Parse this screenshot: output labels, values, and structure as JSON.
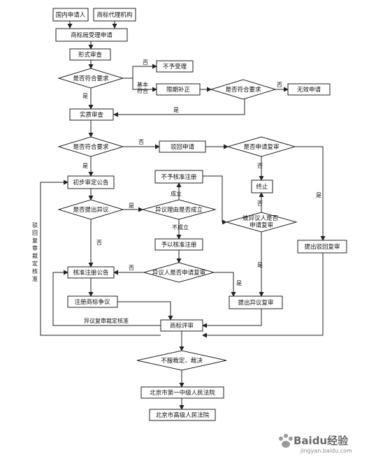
{
  "nodes": {
    "domestic_applicant": "国内申请人",
    "trademark_agency": "商标代理机构",
    "office_accepts": "商标局受理申请",
    "formal_exam": "形式审查",
    "meets_req_1": "是否符合要求",
    "not_accepted": "不予受理",
    "correction": "限期补正",
    "meets_req_2": "是否符合要求",
    "invalid_application": "无效申请",
    "substantive_exam": "实质审查",
    "meets_req_3": "是否符合要求",
    "rejection": "驳回申请",
    "apply_review_q": "是否申请复审",
    "prelim_approval": "初步审定公告",
    "opposition_filed_q": "是否提出异议",
    "opposition_valid_q": "异议理由是否成立",
    "refuse_registration": "不予核准注册",
    "terminate": "终止",
    "opposed_review_q": "被异议人是否申请复审",
    "approve_registration": "予以核准注册",
    "file_rejection_review": "提出驳回复审",
    "approve_announce": "核准注册公告",
    "opponent_review_q": "异议人是否申请复审",
    "file_opposition_review": "提出异议复审",
    "registration_dispute": "注册商标争议",
    "review_board": "商标评审",
    "dissatisfied": "不服裁定、裁决",
    "first_court": "北京市第一中级人民法院",
    "high_court": "北京市高级人民法院"
  },
  "labels": {
    "no": "否",
    "yes": "是",
    "basically_meets": "基本符合",
    "established": "成立",
    "not_established": "不成立",
    "rejection_review_approved": "驳回复审裁定核准",
    "opposition_review_approved": "异议复审裁定核准"
  },
  "watermark": {
    "brand": "Baidu经验",
    "url": "jingyan.baidu.com"
  }
}
